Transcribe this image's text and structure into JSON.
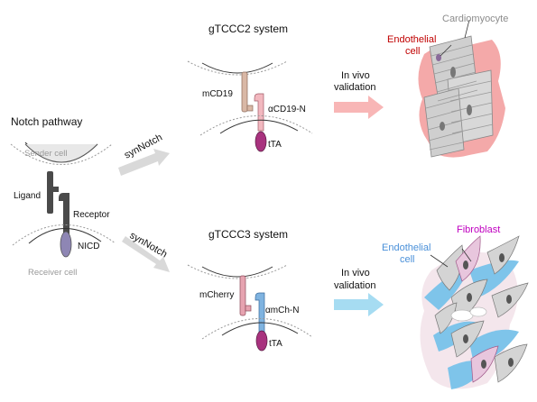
{
  "colors": {
    "grey_arrow": "#d9d9d9",
    "pink_arrow": "#f8b6b6",
    "blue_arrow": "#a6dcf2",
    "tta_magenta": "#a8327e",
    "nicd_purple": "#8e86b4",
    "endothelial_red": "#c00000",
    "endothelial_blue": "#4a90d9",
    "fibroblast_magenta": "#c000c0",
    "cardiomyocyte_grey": "#8c8c8c"
  },
  "notch": {
    "title": "Notch pathway",
    "sender_label": "Sender cell",
    "receiver_label": "Receiver cell",
    "ligand_label": "Ligand",
    "receptor_label": "Receptor",
    "nicd_label": "NICD"
  },
  "arrows": {
    "synnotch_top": "synNotch",
    "synnotch_bottom": "synNotch"
  },
  "tccc2": {
    "title": "gTCCC2 system",
    "ligand_label": "mCD19",
    "receptor_label": "αCD19-N",
    "tta_label": "tTA",
    "validation_line1": "In vivo",
    "validation_line2": "validation",
    "endothelial_line1": "Endothelial",
    "endothelial_line2": "cell",
    "cardiomyocyte_label": "Cardiomyocyte"
  },
  "tccc3": {
    "title": "gTCCC3 system",
    "ligand_label": "mCherry",
    "receptor_label": "αmCh-N",
    "tta_label": "tTA",
    "validation_line1": "In vivo",
    "validation_line2": "validation",
    "endothelial_line1": "Endothelial",
    "endothelial_line2": "cell",
    "fibroblast_label": "Fibroblast"
  }
}
